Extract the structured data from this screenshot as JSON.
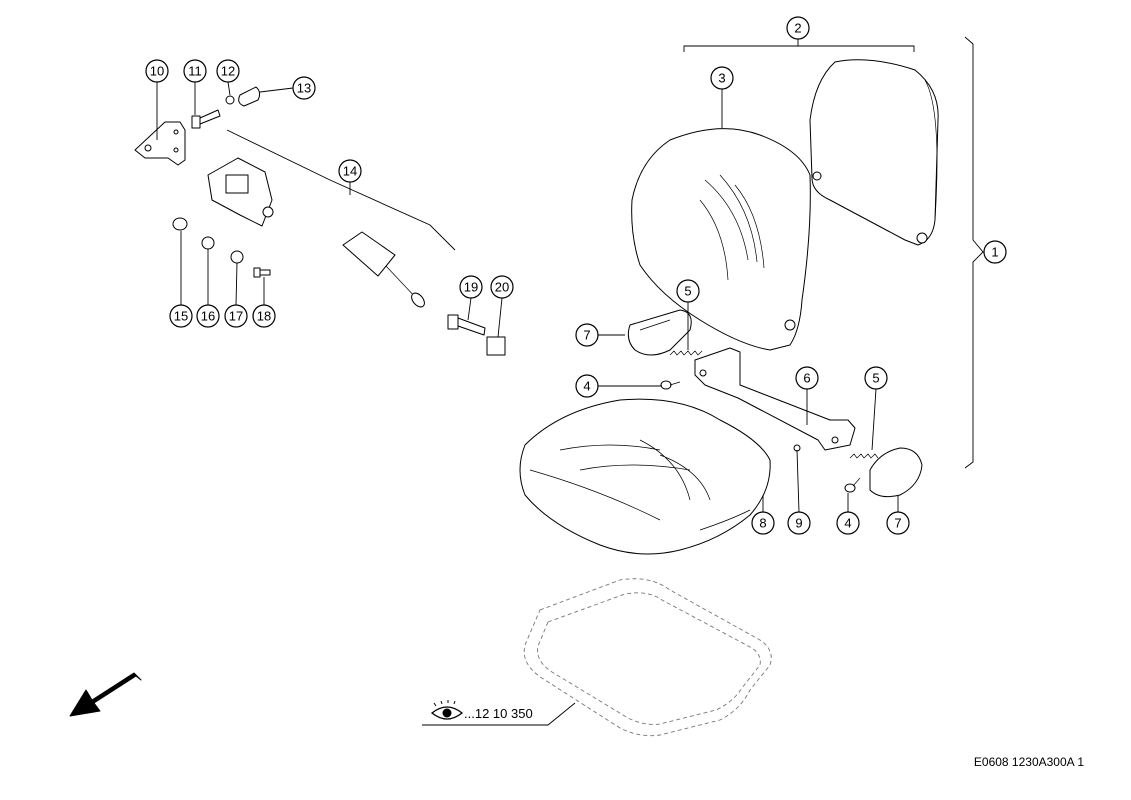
{
  "callouts": {
    "c1": "1",
    "c2": "2",
    "c3": "3",
    "c4a": "4",
    "c4b": "4",
    "c5a": "5",
    "c5b": "5",
    "c6": "6",
    "c7a": "7",
    "c7b": "7",
    "c8": "8",
    "c9": "9",
    "c10": "10",
    "c11": "11",
    "c12": "12",
    "c13": "13",
    "c14": "14",
    "c15": "15",
    "c16": "16",
    "c17": "17",
    "c18": "18",
    "c19": "19",
    "c20": "20"
  },
  "reference": {
    "text": "...12 10 350",
    "icon": "eye-icon"
  },
  "drawing_code": "E0608 1230A300A 1",
  "direction_arrow": "arrow-icon"
}
